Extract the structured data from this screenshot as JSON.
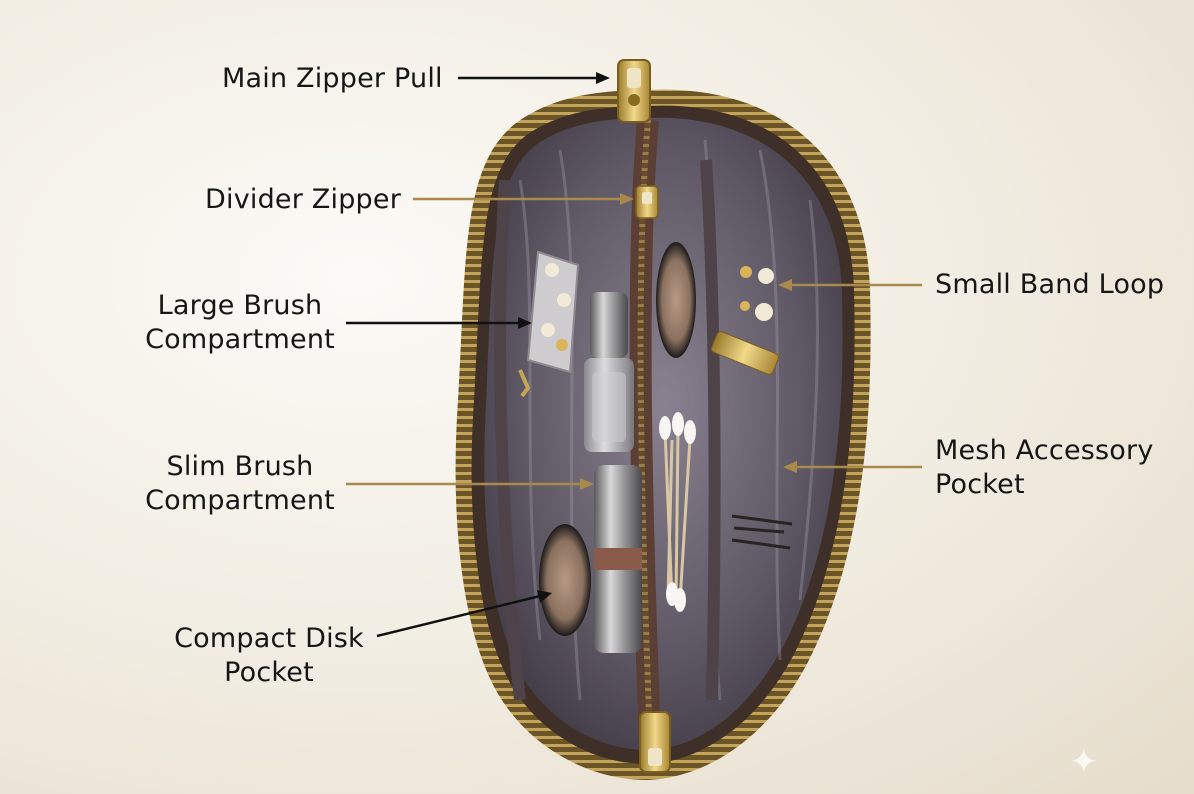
{
  "annotations": {
    "main_zipper_pull": "Main Zipper Pull",
    "divider_zipper": "Divider Zipper",
    "large_brush_compartment": [
      "Large Brush",
      "Compartment"
    ],
    "slim_brush_compartment": [
      "Slim Brush",
      "Compartment"
    ],
    "compact_disk_pocket": [
      "Compact Disk",
      "Pocket"
    ],
    "small_band_loop": "Small Band Loop",
    "mesh_accessory_pocket": [
      "Mesh Accessory",
      "Pocket"
    ]
  },
  "colors": {
    "background": "#f3eee5",
    "label_text": "#161616",
    "leader_dark": "#111111",
    "leader_gold": "#a98a4c",
    "zipper_brass": "#8a7134",
    "lining": "#5c5560",
    "pouch_edge": "#4a3a33"
  },
  "icons": [
    "sparkle-icon"
  ]
}
